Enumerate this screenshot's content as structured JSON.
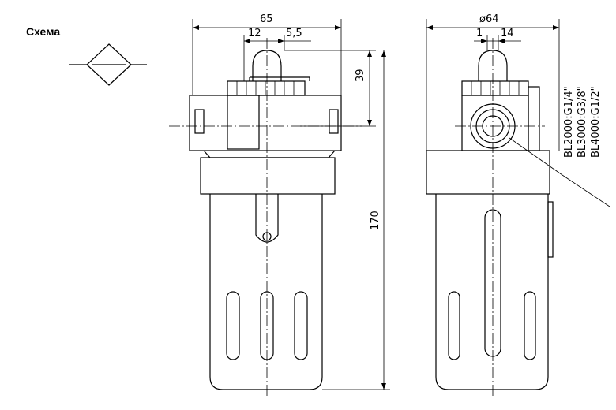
{
  "schema": {
    "title": "Схема"
  },
  "front_view": {
    "dim_total_width": "65",
    "dim_offset_left": "12",
    "dim_offset_right": "5,5",
    "dim_cap_height": "39",
    "dim_total_height": "170"
  },
  "side_view": {
    "dim_diameter": "ø64",
    "dim_offset_left": "1",
    "dim_offset_right": "14",
    "port_sizes": [
      "BL2000:G1/4\"",
      "BL3000:G3/8\"",
      "BL4000:G1/2\""
    ]
  }
}
